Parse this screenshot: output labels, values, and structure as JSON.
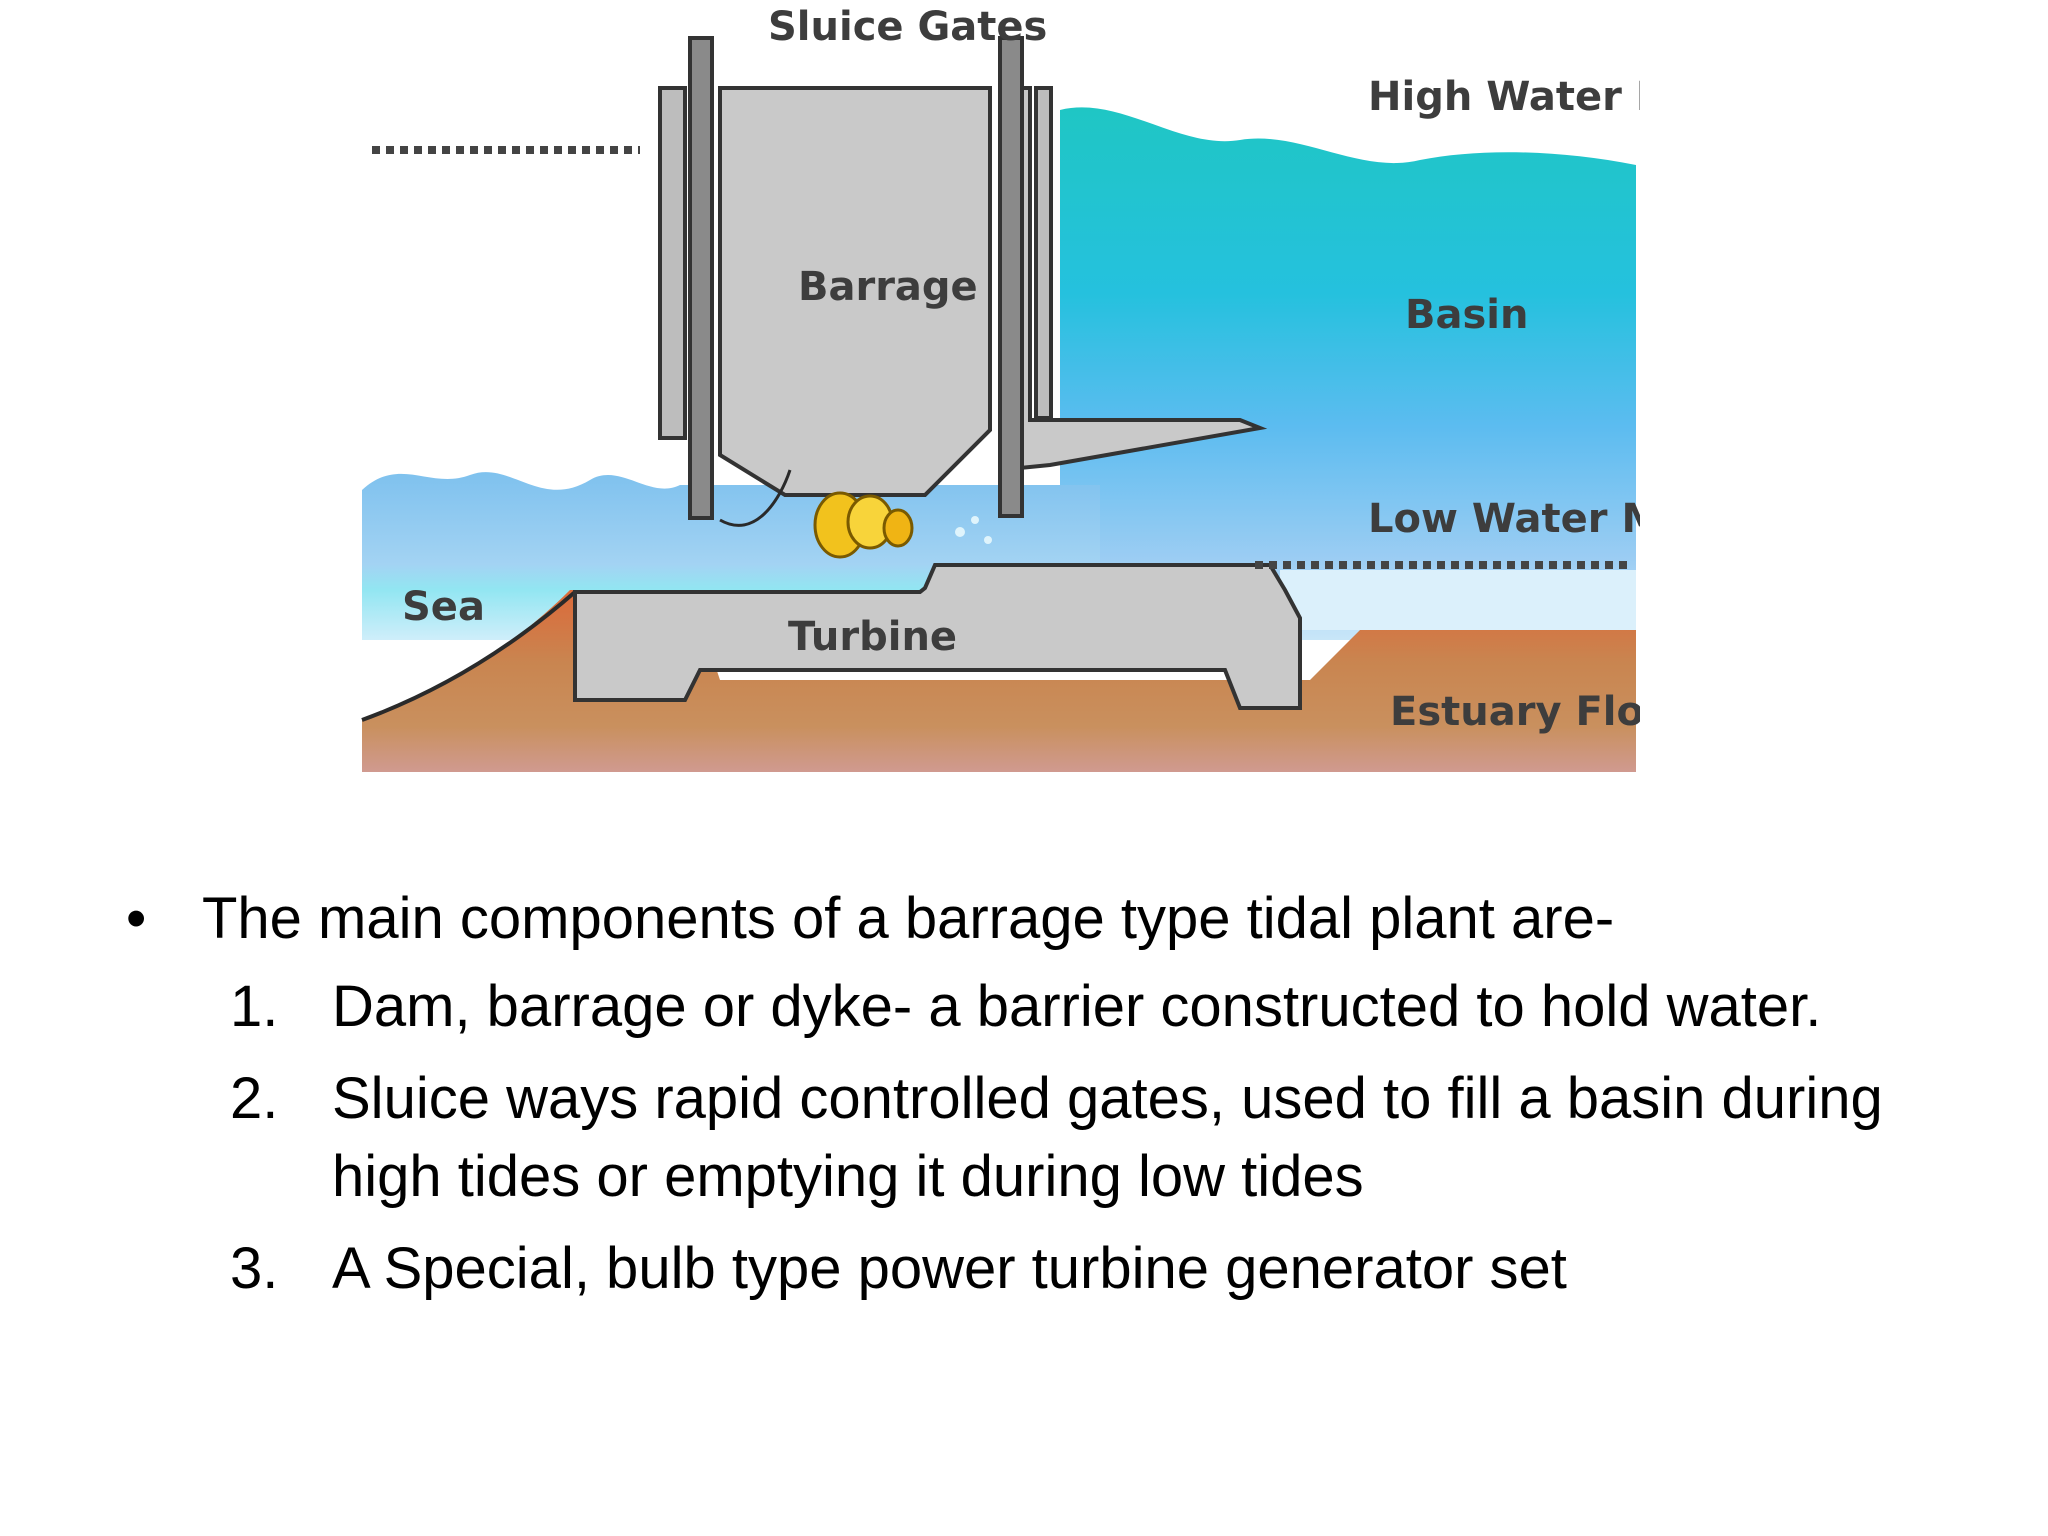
{
  "diagram": {
    "labels": {
      "sluice_gates": "Sluice Gates",
      "high_water_mark": "High Water Mark",
      "barrage": "Barrage",
      "basin": "Basin",
      "low_water_mark": "Low Water Mark",
      "sea": "Sea",
      "turbine": "Turbine",
      "estuary_floor": "Estuary Floor"
    },
    "colors": {
      "basin_top": "#22c6c9",
      "basin_bottom": "#a9d8f5",
      "sea": "#8ec9ef",
      "concrete": "#c8c8c8",
      "floor": "#c9854e",
      "turbine": "#f0c020"
    }
  },
  "content": {
    "intro": "The main components of a barrage type tidal plant are-",
    "bullet_symbol": "•",
    "items": [
      {
        "num": "1.",
        "text": "Dam, barrage or dyke- a barrier constructed to hold water."
      },
      {
        "num": "2.",
        "text": "Sluice ways rapid controlled gates, used to fill a basin during high tides or emptying it during low tides"
      },
      {
        "num": "3.",
        "text": "A Special, bulb type power turbine generator set"
      }
    ]
  }
}
